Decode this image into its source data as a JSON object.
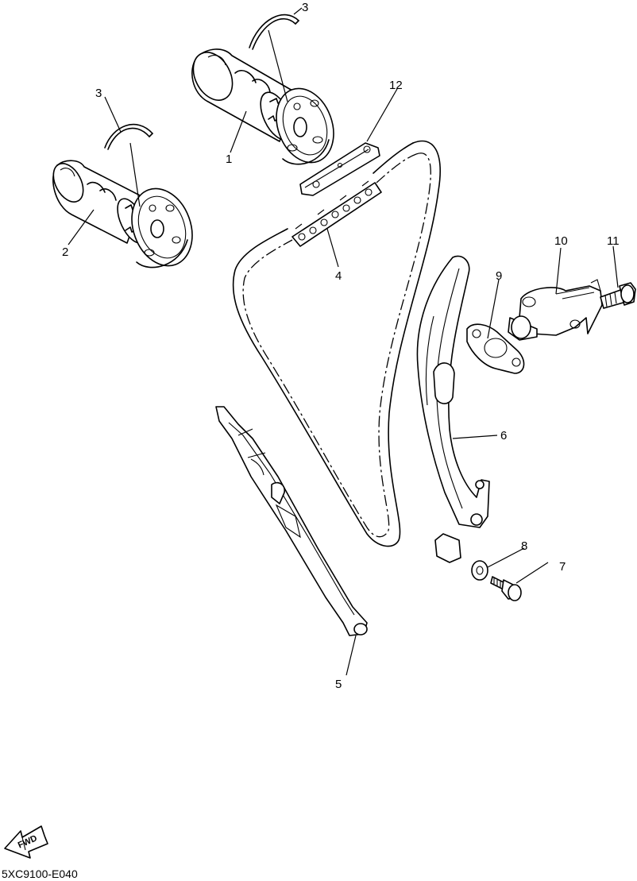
{
  "callouts": [
    {
      "id": "1",
      "label": "1"
    },
    {
      "id": "2",
      "label": "2"
    },
    {
      "id": "3a",
      "label": "3"
    },
    {
      "id": "3b",
      "label": "3"
    },
    {
      "id": "4",
      "label": "4"
    },
    {
      "id": "5",
      "label": "5"
    },
    {
      "id": "6",
      "label": "6"
    },
    {
      "id": "7",
      "label": "7"
    },
    {
      "id": "8",
      "label": "8"
    },
    {
      "id": "9",
      "label": "9"
    },
    {
      "id": "10",
      "label": "10"
    },
    {
      "id": "11",
      "label": "11"
    },
    {
      "id": "12",
      "label": "12"
    }
  ],
  "fwd_label": "FWD",
  "diagram_code": "5XC9100-E040"
}
